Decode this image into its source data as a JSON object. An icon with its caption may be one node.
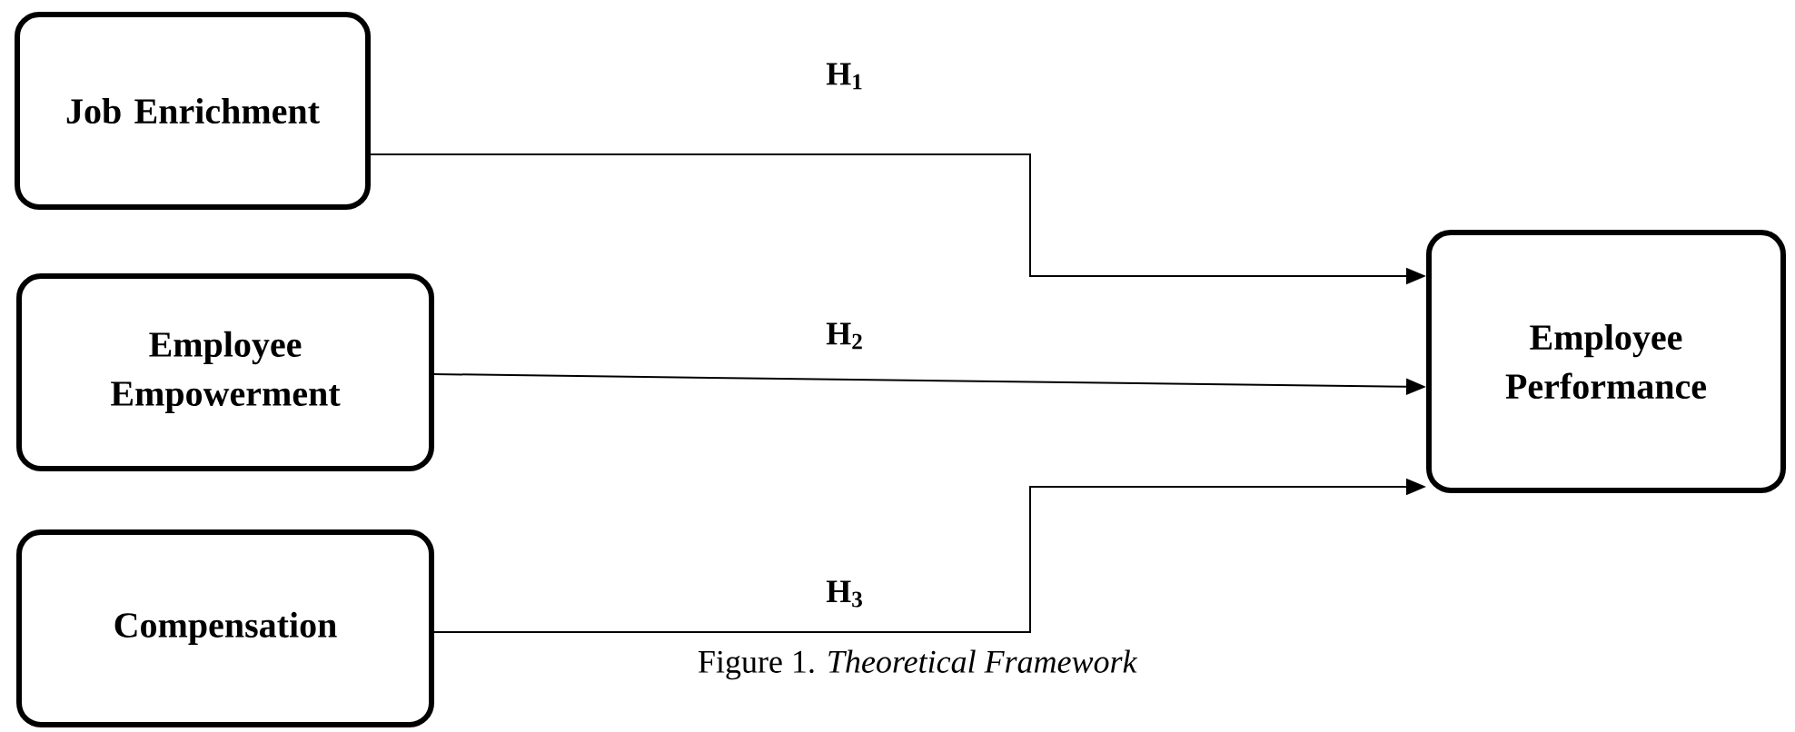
{
  "diagram": {
    "caption": "Figure 1. *Theoretical Framework*",
    "nodes": [
      {
        "text": [
          "Job Enrichment"
        ]
      },
      {
        "text": [
          "Employee Empowerment"
        ]
      },
      {
        "text": [
          "Compensation"
        ]
      },
      {
        "text": [
          "Employee Performance"
        ]
      }
    ],
    "edges": [
      {
        "from": 0,
        "to": 3,
        "arrow": "to",
        "label": "H$_{1}$"
      },
      {
        "from": 1,
        "to": 3,
        "arrow": "to",
        "label": "H$_{2}$"
      },
      {
        "from": 2,
        "to": 3,
        "arrow": "to",
        "label": "H$_{3}$"
      }
    ]
  }
}
